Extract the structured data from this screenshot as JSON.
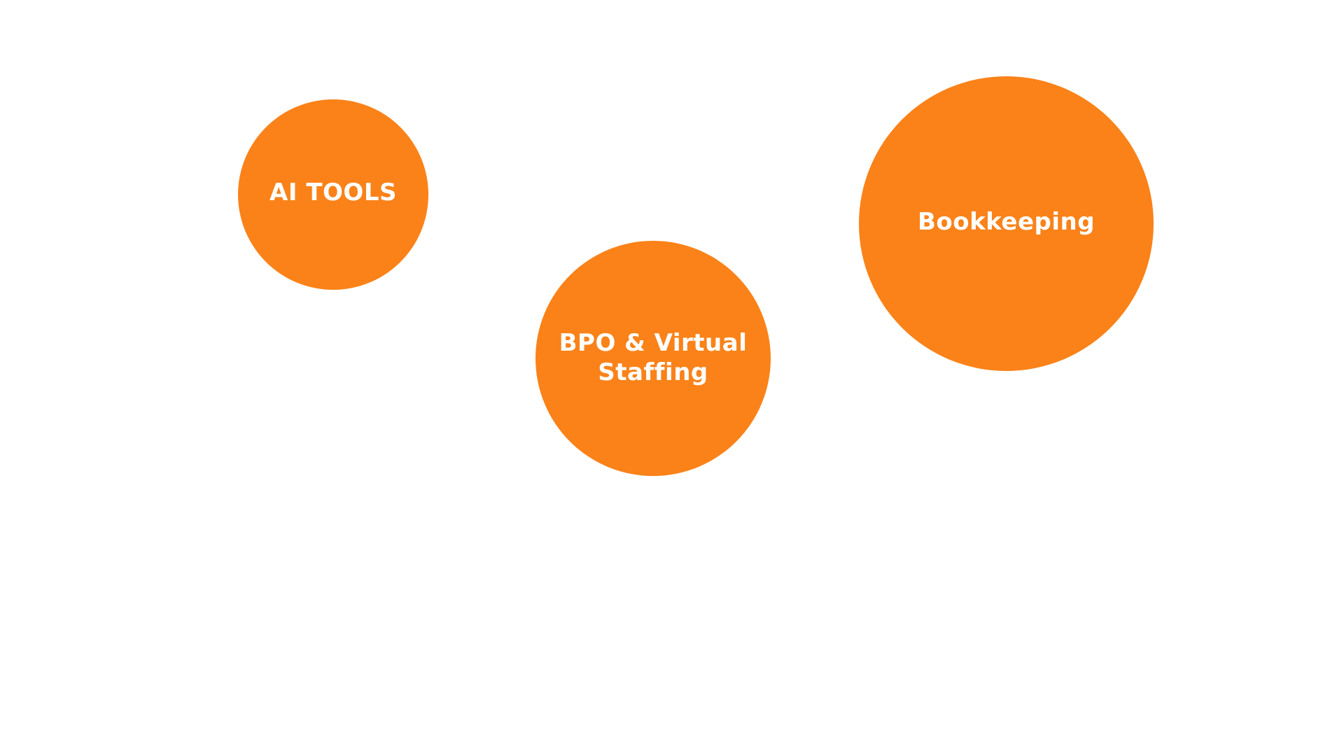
{
  "bubbles": [
    {
      "label": "AI TOOLS"
    },
    {
      "label": "BPO & Virtual Staffing"
    },
    {
      "label": "Bookkeeping"
    }
  ],
  "colors": {
    "background": "#ffffff",
    "bubble_fill": "#FA8219",
    "bubble_text": "#ffffff"
  }
}
